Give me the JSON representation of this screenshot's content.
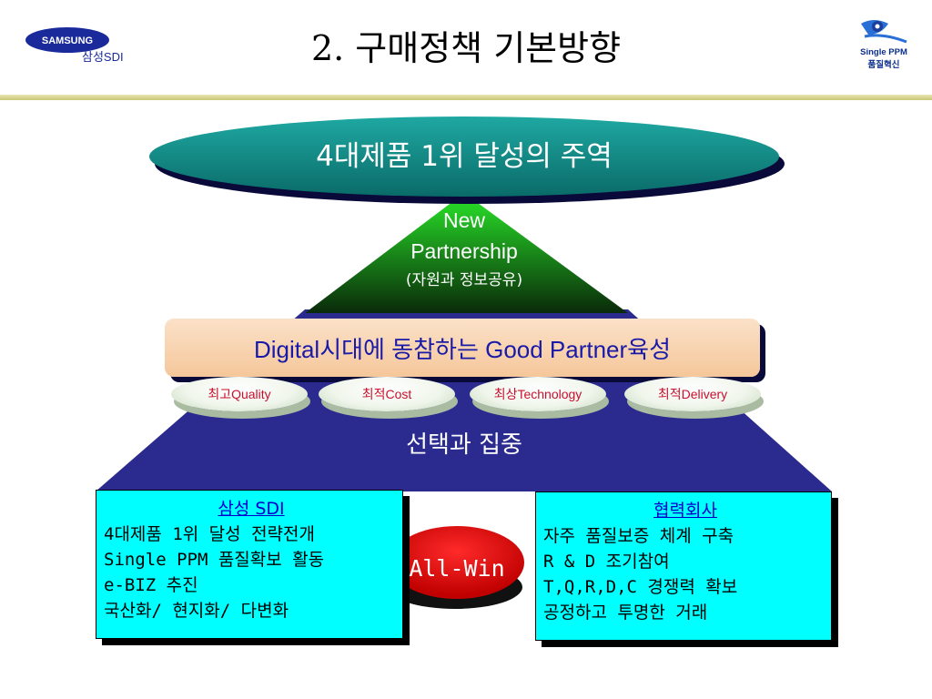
{
  "header": {
    "logo_brand": "SAMSUNG",
    "logo_sub": "삼성SDI",
    "title": "2. 구매정책 기본방향",
    "right_logo_line1": "Single PPM",
    "right_logo_line2": "품질혁신"
  },
  "goal": {
    "label": "4대제품 1위 달성의 주역"
  },
  "triangle": {
    "line1": "New",
    "line2": "Partnership",
    "line3": "(자원과 정보공유)"
  },
  "banner": {
    "label": "Digital시대에 동참하는 Good Partner육성"
  },
  "pillars": [
    {
      "label": "최고Quality"
    },
    {
      "label": "최적Cost"
    },
    {
      "label": "최상Technology"
    },
    {
      "label": "최적Delivery"
    }
  ],
  "focus": {
    "label": "선택과 집중"
  },
  "left_box": {
    "heading": "삼성 SDI",
    "lines": [
      "4대제품 1위 달성 전략전개",
      "Single PPM 품질확보 활동",
      "e-BIZ 추진",
      "국산화/ 현지화/ 다변화"
    ]
  },
  "right_box": {
    "heading": "협력회사",
    "lines": [
      "자주 품질보증 체계 구축",
      "R & D 조기참여",
      "T,Q,R,D,C 경쟁력 확보",
      "공정하고 투명한 거래"
    ]
  },
  "center": {
    "label": "All-Win"
  },
  "colors": {
    "goal_fill": "#0e8a86",
    "trapezoid": "#2b2b8f",
    "triangle_top": "#29e629",
    "banner_fill": "#f8d5b4",
    "box_fill": "#00ffff",
    "allwin_red": "#e00000"
  }
}
